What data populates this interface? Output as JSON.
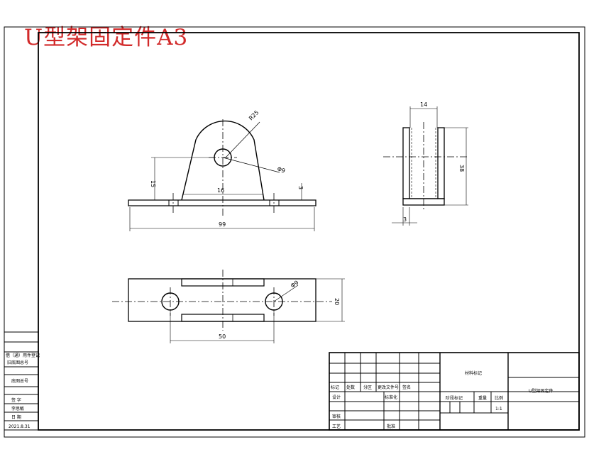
{
  "heading": "U型架固定件A3",
  "colors": {
    "heading": "#d22a2a",
    "line": "#000000",
    "paper": "#ffffff"
  },
  "side_block": {
    "row1": "借（通）用件登记",
    "row2": "旧底图总号",
    "row3": "底图总号",
    "row4": "签  字",
    "row5": "李思敏",
    "row6": "日  期",
    "row7": "2021.8.31"
  },
  "title_block": {
    "change_headers": [
      "标记",
      "处数",
      "分区",
      "更改文件号",
      "签名"
    ],
    "design": "设计",
    "standardization": "标准化",
    "review": "审核",
    "process": "工艺",
    "approve": "批准",
    "material": "材料标记",
    "stage_mark": "阶段标记",
    "weight": "重量",
    "scale": "比例",
    "scale_value": "1:1",
    "part_name": "U型架固定件"
  },
  "dims": {
    "radius_top": "R25",
    "hole_dia_front": "Φ9",
    "height_front": "15",
    "thickness": "3",
    "slot_width_front": "16",
    "overall_length": "99",
    "side_width": "14",
    "side_height": "38",
    "side_thickness": "3",
    "hole_dia_top": "Φ9",
    "base_width": "20",
    "hole_spacing": "50"
  }
}
